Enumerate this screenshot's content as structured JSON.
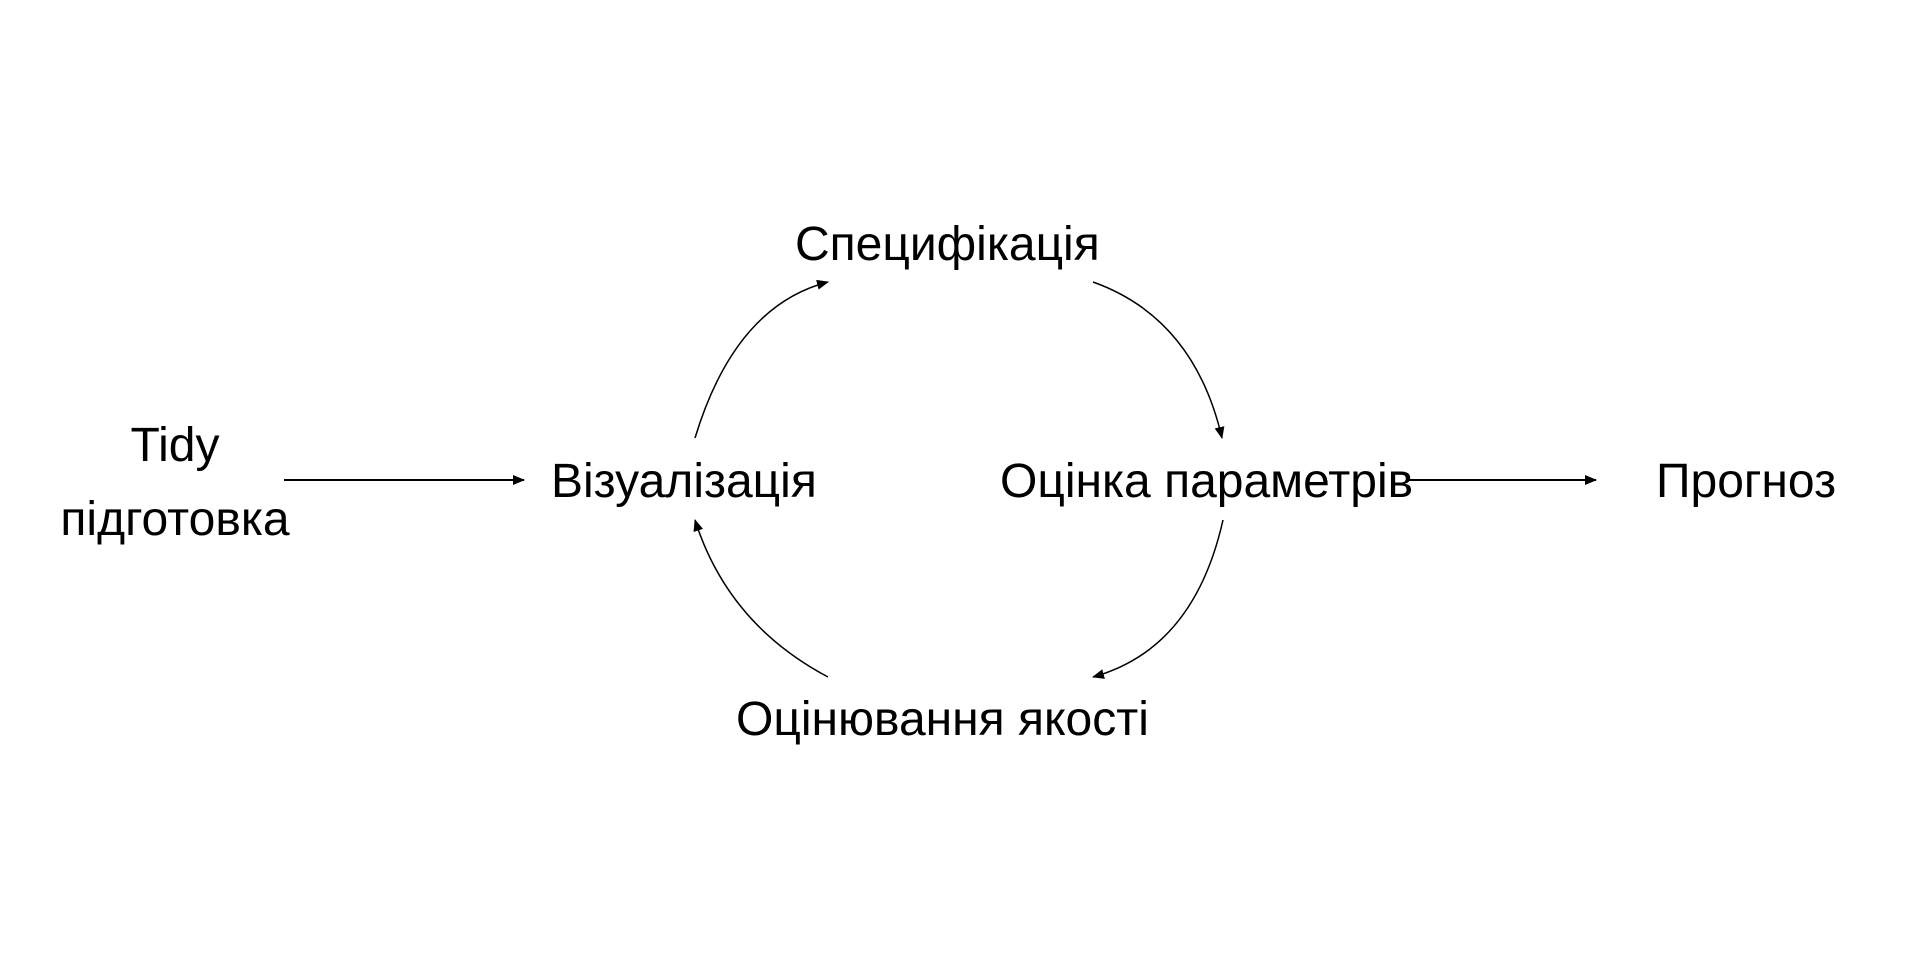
{
  "nodes": {
    "tidy_line1": "Tidy",
    "tidy_line2": "підготовка",
    "visualization": "Візуалізація",
    "specification": "Специфікація",
    "estimation": "Оцінка параметрів",
    "evaluation": "Оцінювання якості",
    "forecast": "Прогноз"
  },
  "colors": {
    "stroke": "#000000",
    "background": "#ffffff"
  }
}
